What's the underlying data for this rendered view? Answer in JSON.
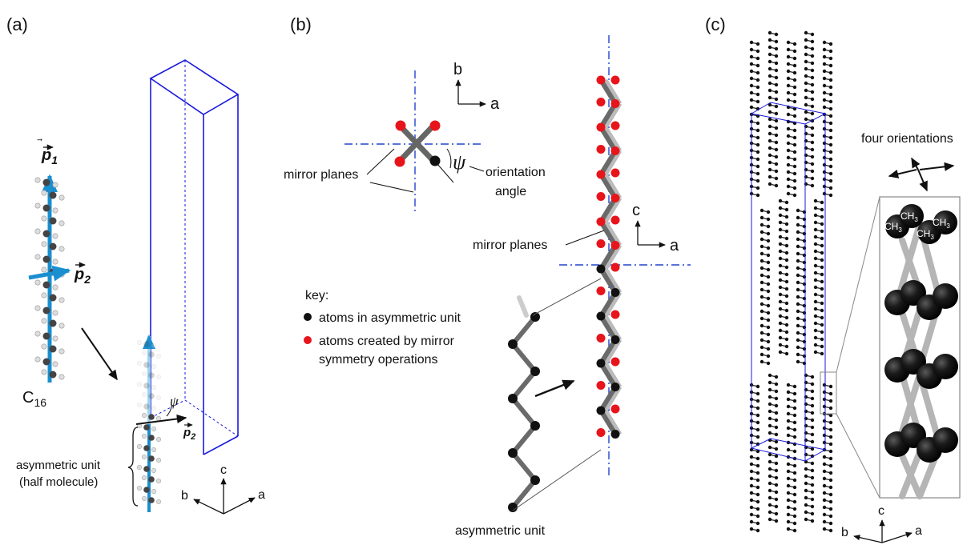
{
  "panels": {
    "a": {
      "label": "(a)",
      "p1": "p",
      "p1_sub": "1",
      "p2": "p",
      "p2_sub": "2",
      "p2_small": "p",
      "p2_small_sub": "2",
      "psi": "ψ",
      "chain": "C",
      "chain_sub": "16",
      "asym_line1": "asymmetric unit",
      "asym_line2": "(half molecule)",
      "axis_c": "c",
      "axis_b": "b",
      "axis_a": "a"
    },
    "b": {
      "label": "(b)",
      "axis_b": "b",
      "axis_a_top": "a",
      "psi": "ψ",
      "orient_line1": "orientation",
      "orient_line2": "angle",
      "mirror_left": "mirror planes",
      "mirror_right": "mirror planes",
      "axis_c": "c",
      "axis_a_right": "a",
      "key_title": "key:",
      "key_black": "atoms in asymmetric unit",
      "key_red_line1": "atoms created by mirror",
      "key_red_line2": "symmetry operations",
      "asym_caption": "asymmetric unit"
    },
    "c": {
      "label": "(c)",
      "four_orient": "four orientations",
      "ch3": "CH",
      "ch3_sub": "3",
      "axis_c": "c",
      "axis_b": "b",
      "axis_a": "a"
    }
  },
  "colors": {
    "cell_line": "#1a1adc",
    "vector": "#1a8fd0",
    "mirror_line": "#2244cc",
    "red_atom": "#e8141b",
    "black_atom": "#111111",
    "bond": "#6a6a6a"
  }
}
